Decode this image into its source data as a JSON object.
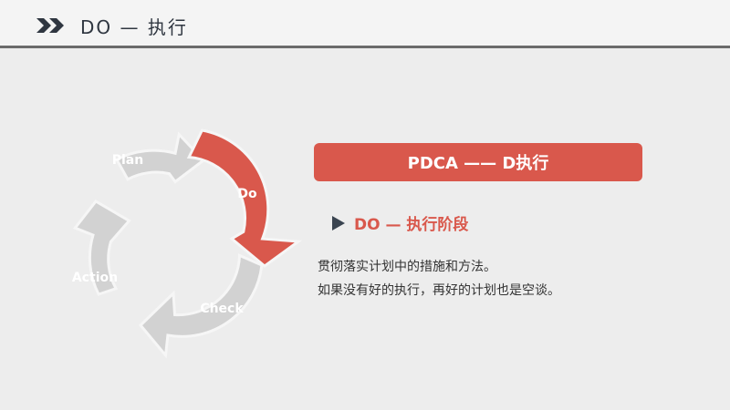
{
  "header": {
    "title": "DO — 执行",
    "icon": "double-chevron-right-icon"
  },
  "cycle": {
    "stages": [
      {
        "label": "Plan",
        "color": "#d2d2d2",
        "active": false
      },
      {
        "label": "Do",
        "color": "#d9584c",
        "active": true
      },
      {
        "label": "Check",
        "color": "#d2d2d2",
        "active": false
      },
      {
        "label": "Action",
        "color": "#d2d2d2",
        "active": false
      }
    ]
  },
  "banner": {
    "title": "PDCA —— D执行"
  },
  "section": {
    "heading": "DO — 执行阶段",
    "lines": [
      "贯彻落实计划中的措施和方法。",
      "如果没有好的执行，再好的计划也是空谈。"
    ]
  },
  "colors": {
    "accent": "#d9584c",
    "inactive": "#d2d2d2",
    "dark": "#3a4450",
    "background": "#ededed"
  }
}
